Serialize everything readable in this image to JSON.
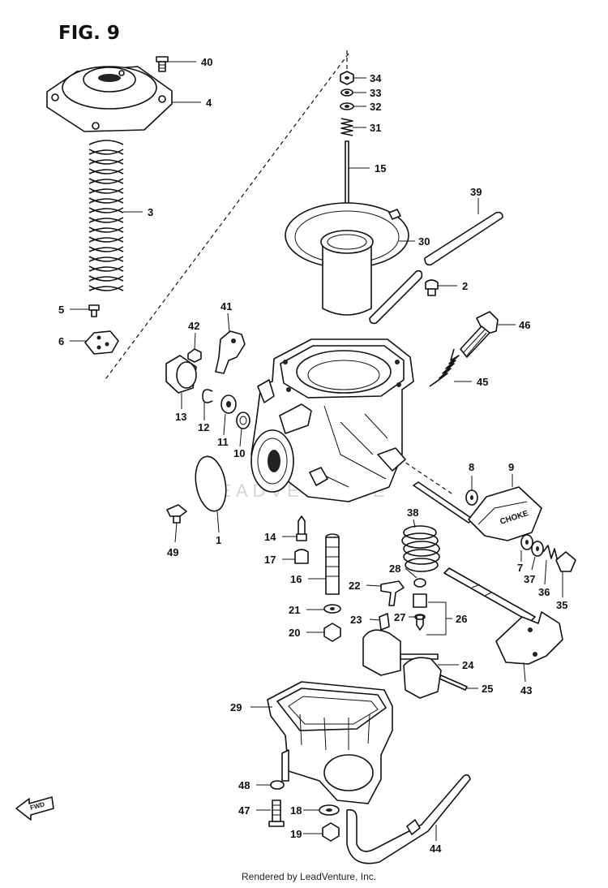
{
  "figure": {
    "title": "FIG. 9"
  },
  "watermark": "LEADVENTURE",
  "credit": "Rendered by LeadVenture, Inc.",
  "direction_mark": "FWD",
  "choke_text": "CHOKE",
  "callouts": {
    "c40": "40",
    "c4": "4",
    "c3": "3",
    "c5": "5",
    "c6": "6",
    "c34": "34",
    "c33": "33",
    "c32": "32",
    "c31": "31",
    "c15": "15",
    "c39": "39",
    "c30": "30",
    "c2": "2",
    "c46": "46",
    "c45": "45",
    "c41": "41",
    "c42": "42",
    "c13": "13",
    "c12": "12",
    "c11": "11",
    "c10": "10",
    "c8": "8",
    "c9": "9",
    "c1": "1",
    "c49": "49",
    "c14": "14",
    "c17": "17",
    "c38": "38",
    "c16": "16",
    "c28": "28",
    "c22": "22",
    "c21": "21",
    "c27": "27",
    "c26": "26",
    "c23": "23",
    "c20": "20",
    "c7": "7",
    "c37": "37",
    "c36": "36",
    "c35": "35",
    "c24": "24",
    "c25": "25",
    "c43": "43",
    "c29": "29",
    "c48": "48",
    "c47": "47",
    "c18": "18",
    "c19": "19",
    "c44": "44"
  }
}
